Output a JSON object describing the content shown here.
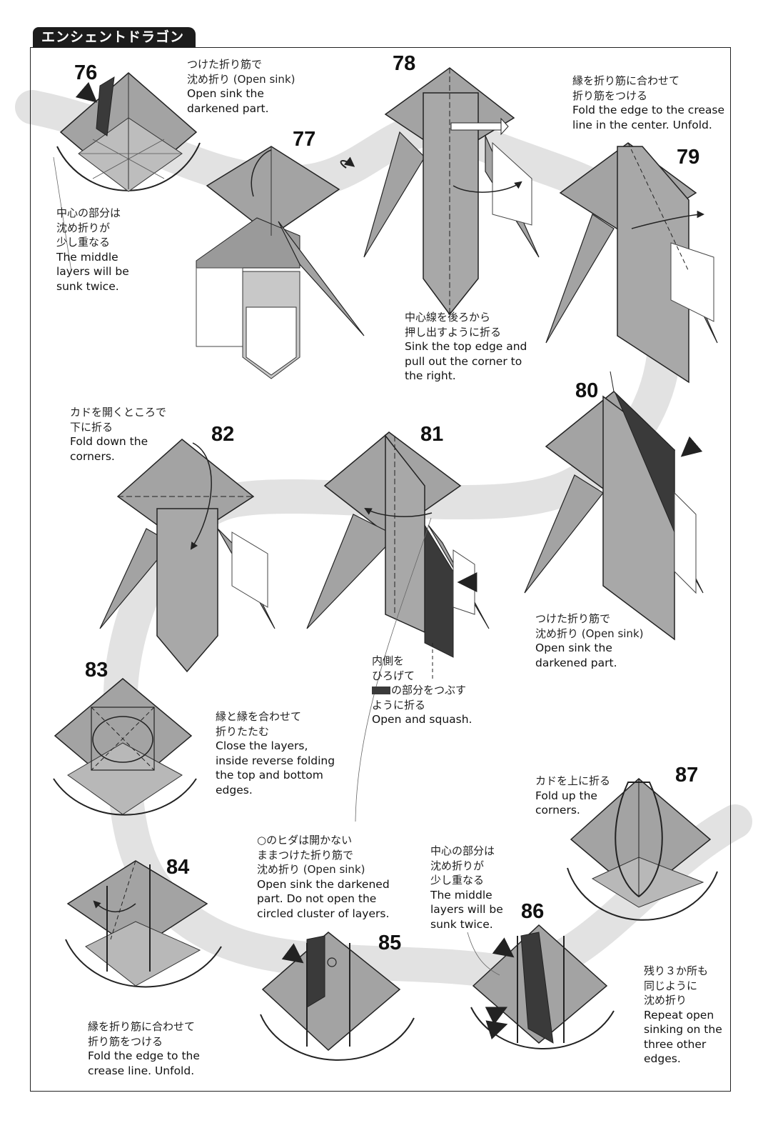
{
  "title": "エンシェントドラゴン",
  "steps": [
    {
      "n": "76",
      "jp": [
        "つけた折り筋で",
        "沈め折り (Open sink)"
      ],
      "en": [
        "Open sink the",
        "darkened part."
      ]
    },
    {
      "n": "77"
    },
    {
      "n": "78",
      "jp": [
        "中心線を後ろから",
        "押し出すように折る"
      ],
      "en": [
        "Sink the top edge and",
        "pull out the corner to",
        "the right."
      ]
    },
    {
      "n": "79",
      "jp": [
        "縁を折り筋に合わせて",
        "折り筋をつける"
      ],
      "en": [
        "Fold the edge to the crease",
        "line in the center. Unfold."
      ]
    },
    {
      "n": "80",
      "jp": [
        "つけた折り筋で",
        "沈め折り (Open sink)"
      ],
      "en": [
        "Open sink the",
        "darkened part."
      ]
    },
    {
      "n": "81",
      "jp": [
        "内側を",
        "ひろげて",
        "の部分をつぶす",
        "ように折る"
      ],
      "en": [
        "Open and squash."
      ]
    },
    {
      "n": "82",
      "jp": [
        "カドを開くところで",
        "下に折る"
      ],
      "en": [
        "Fold down the",
        "corners."
      ]
    },
    {
      "n": "83",
      "jp": [
        "縁と縁を合わせて",
        "折りたたむ"
      ],
      "en": [
        "Close the layers,",
        "inside reverse folding",
        "the top and bottom",
        "edges."
      ]
    },
    {
      "n": "84",
      "jp": [
        "縁を折り筋に合わせて",
        "折り筋をつける"
      ],
      "en": [
        "Fold the edge to the",
        "crease line. Unfold."
      ]
    },
    {
      "n": "85",
      "jp": [
        "○のヒダは開かない",
        "ままつけた折り筋で",
        "沈め折り (Open sink)"
      ],
      "en": [
        "Open sink the darkened",
        "part.  Do not open the",
        "circled cluster of layers."
      ]
    },
    {
      "n": "86",
      "jp": [
        "中心の部分は",
        "沈め折りが",
        "少し重なる"
      ],
      "en": [
        "The middle",
        "layers will be",
        "sunk twice."
      ]
    },
    {
      "n": "87",
      "jp": [
        "カドを上に折る"
      ],
      "en": [
        "Fold up the",
        "corners."
      ]
    }
  ],
  "note_76_side": {
    "jp": [
      "中心の部分は",
      "沈め折りが",
      "少し重なる"
    ],
    "en": [
      "The middle",
      "layers will be",
      "sunk twice."
    ]
  },
  "note_86_side": {
    "jp": [
      "残り３か所も",
      "同じように",
      "沈め折り"
    ],
    "en": [
      "Repeat open",
      "sinking on the",
      "three other",
      "edges."
    ]
  },
  "colors": {
    "paper": "#a3a3a3",
    "paper_light": "#c2c2c2",
    "darkened": "#3a3a3a",
    "path": "#dedede",
    "line": "#222222"
  }
}
